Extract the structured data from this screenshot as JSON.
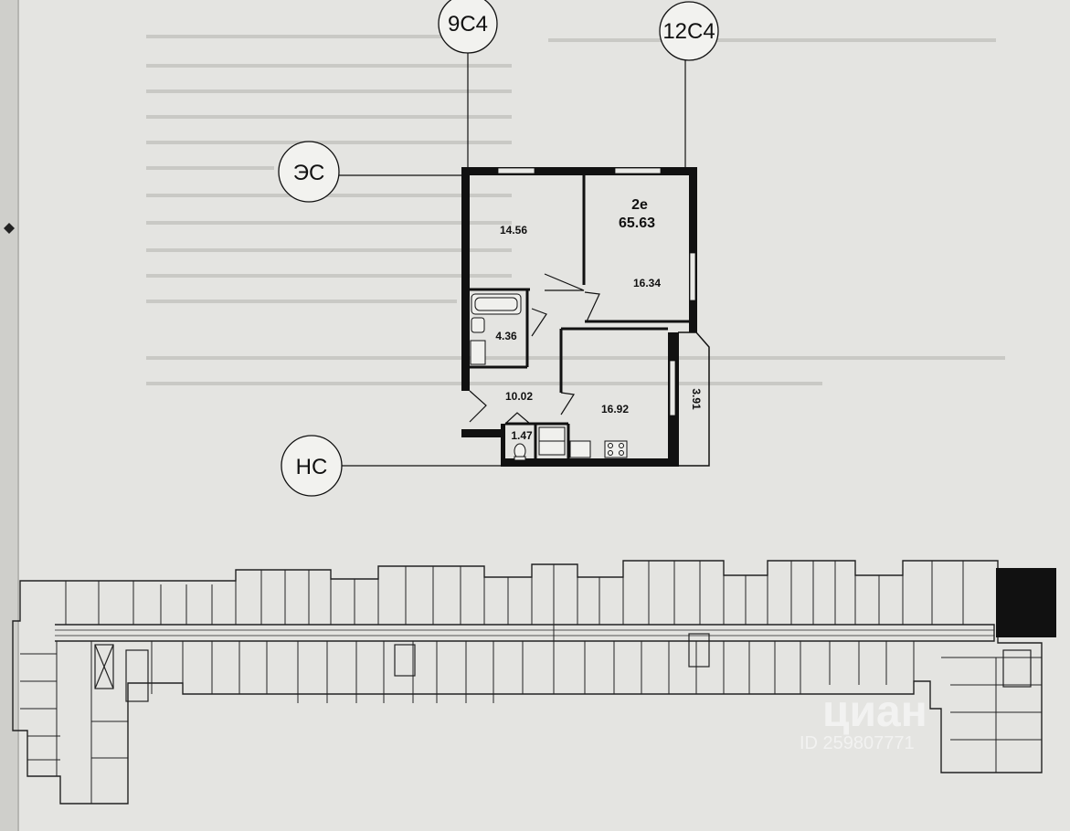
{
  "axes": {
    "col_left": "9С4",
    "col_right": "12С4",
    "row_top": "ЭС",
    "row_bottom": "НС"
  },
  "apartment": {
    "type": "2е",
    "total_area": "65.63",
    "rooms": [
      {
        "name": "room-1",
        "area": "14.56"
      },
      {
        "name": "room-2",
        "area": "16.34"
      },
      {
        "name": "bathroom",
        "area": "4.36"
      },
      {
        "name": "hall",
        "area": "10.02"
      },
      {
        "name": "kitchen",
        "area": "16.92"
      },
      {
        "name": "loggia",
        "area": "3.91"
      },
      {
        "name": "wc",
        "area": "1.47"
      }
    ]
  },
  "floor_plan": {
    "highlighted_color": "#111111"
  },
  "watermark": {
    "brand": "циан",
    "id": "ID 259807771"
  },
  "colors": {
    "paper": "#e4e4e1",
    "ink": "#111111"
  }
}
